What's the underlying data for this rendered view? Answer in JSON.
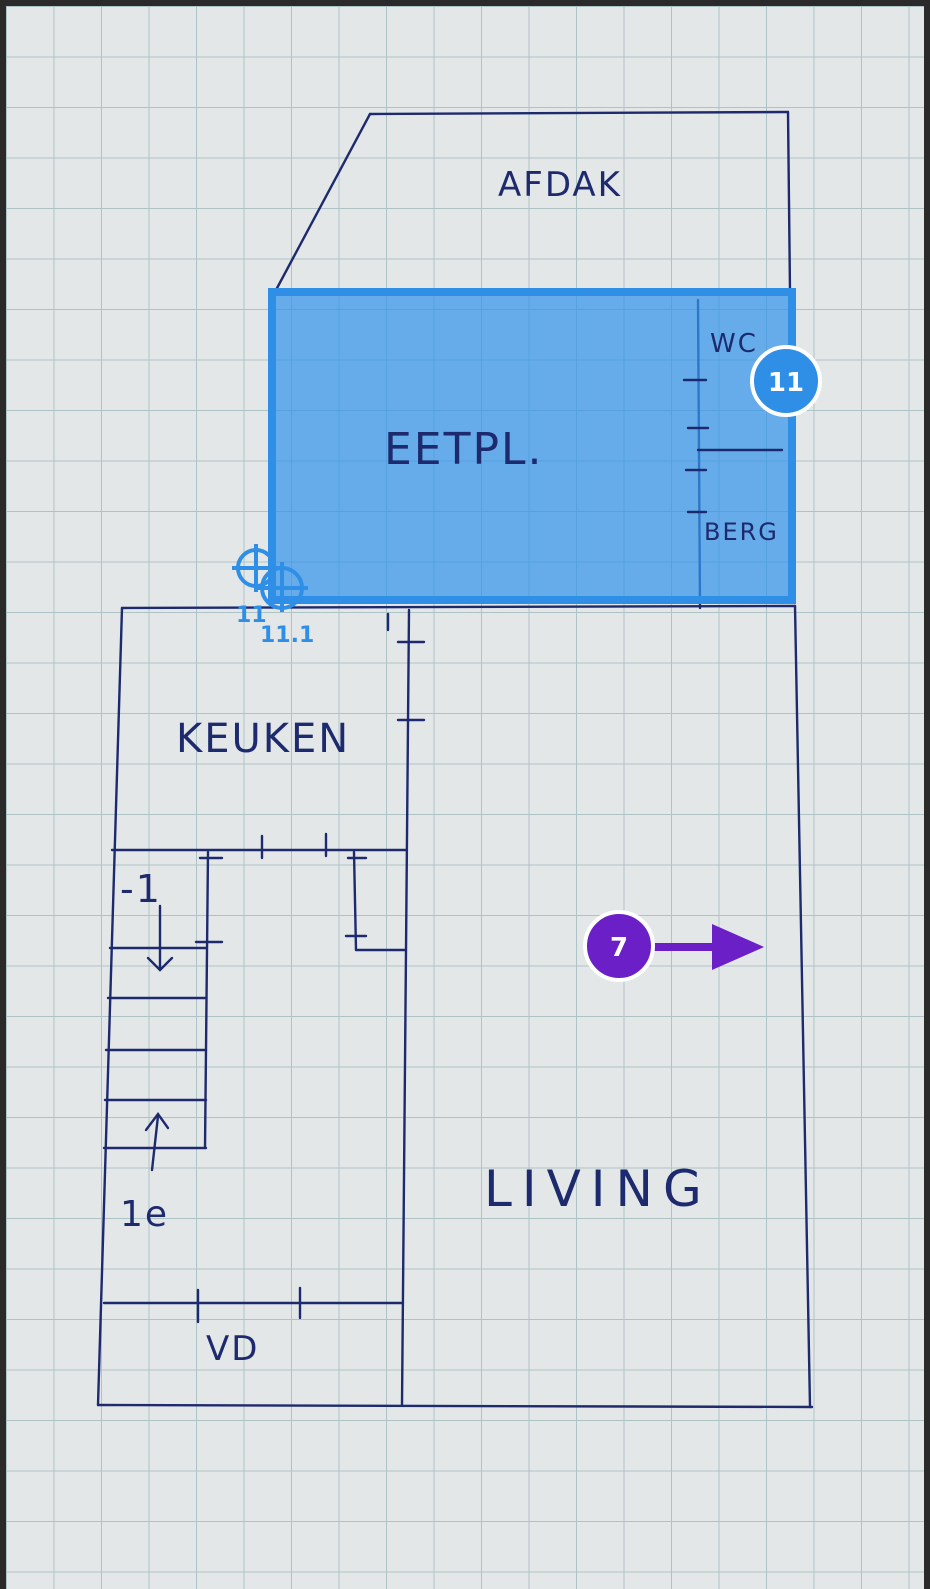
{
  "rooms": {
    "afdak": "AFDAK",
    "eetpl": "EETPL.",
    "wc": "WC",
    "berg": "BERG",
    "keuken": "KEUKEN",
    "living": "LIVING",
    "vd": "VD",
    "minus1": "-1",
    "first": "1e"
  },
  "selection": {
    "badge": "11",
    "handle_primary": "11",
    "handle_secondary": "11.1",
    "color": "#2f8fe6"
  },
  "marker": {
    "badge": "7",
    "color": "#6a1fc7"
  }
}
